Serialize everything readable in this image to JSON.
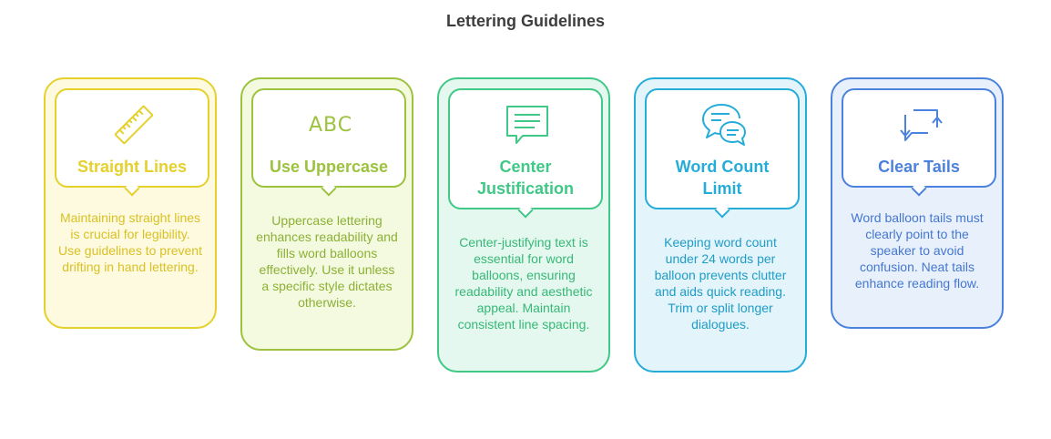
{
  "title": "Lettering Guidelines",
  "colors": {
    "yellow": "#e5d02c",
    "yellow_bg": "#fdfae0",
    "lime": "#9cc23e",
    "lime_bg": "#f4fadf",
    "green": "#3fc886",
    "green_bg": "#e5f8ef",
    "cyan": "#25acd8",
    "cyan_bg": "#e3f4fb",
    "blue": "#4b82dd",
    "blue_bg": "#e8f0fc"
  },
  "cards": [
    {
      "heading": "Straight Lines",
      "icon": "ruler-icon",
      "description": "Maintaining straight lines is crucial for legibility. Use guidelines to prevent drifting in hand lettering."
    },
    {
      "heading": "Use Uppercase",
      "icon": "abc-letters-icon",
      "icon_text": "ABC",
      "description": "Uppercase lettering enhances readability and fills word balloons effectively. Use it unless a specific style dictates otherwise."
    },
    {
      "heading": "Center Justification",
      "icon": "text-speech-bubble-icon",
      "description": "Center-justifying text is essential for word balloons, ensuring readability and aesthetic appeal. Maintain consistent line spacing."
    },
    {
      "heading": "Word Count Limit",
      "icon": "conversation-bubbles-icon",
      "description": "Keeping word count under 24 words per balloon prevents clutter and aids quick reading. Trim or split longer dialogues."
    },
    {
      "heading": "Clear Tails",
      "icon": "exchange-arrows-bubble-icon",
      "description": "Word balloon tails must clearly point to the speaker to avoid confusion. Neat tails enhance reading flow."
    }
  ]
}
